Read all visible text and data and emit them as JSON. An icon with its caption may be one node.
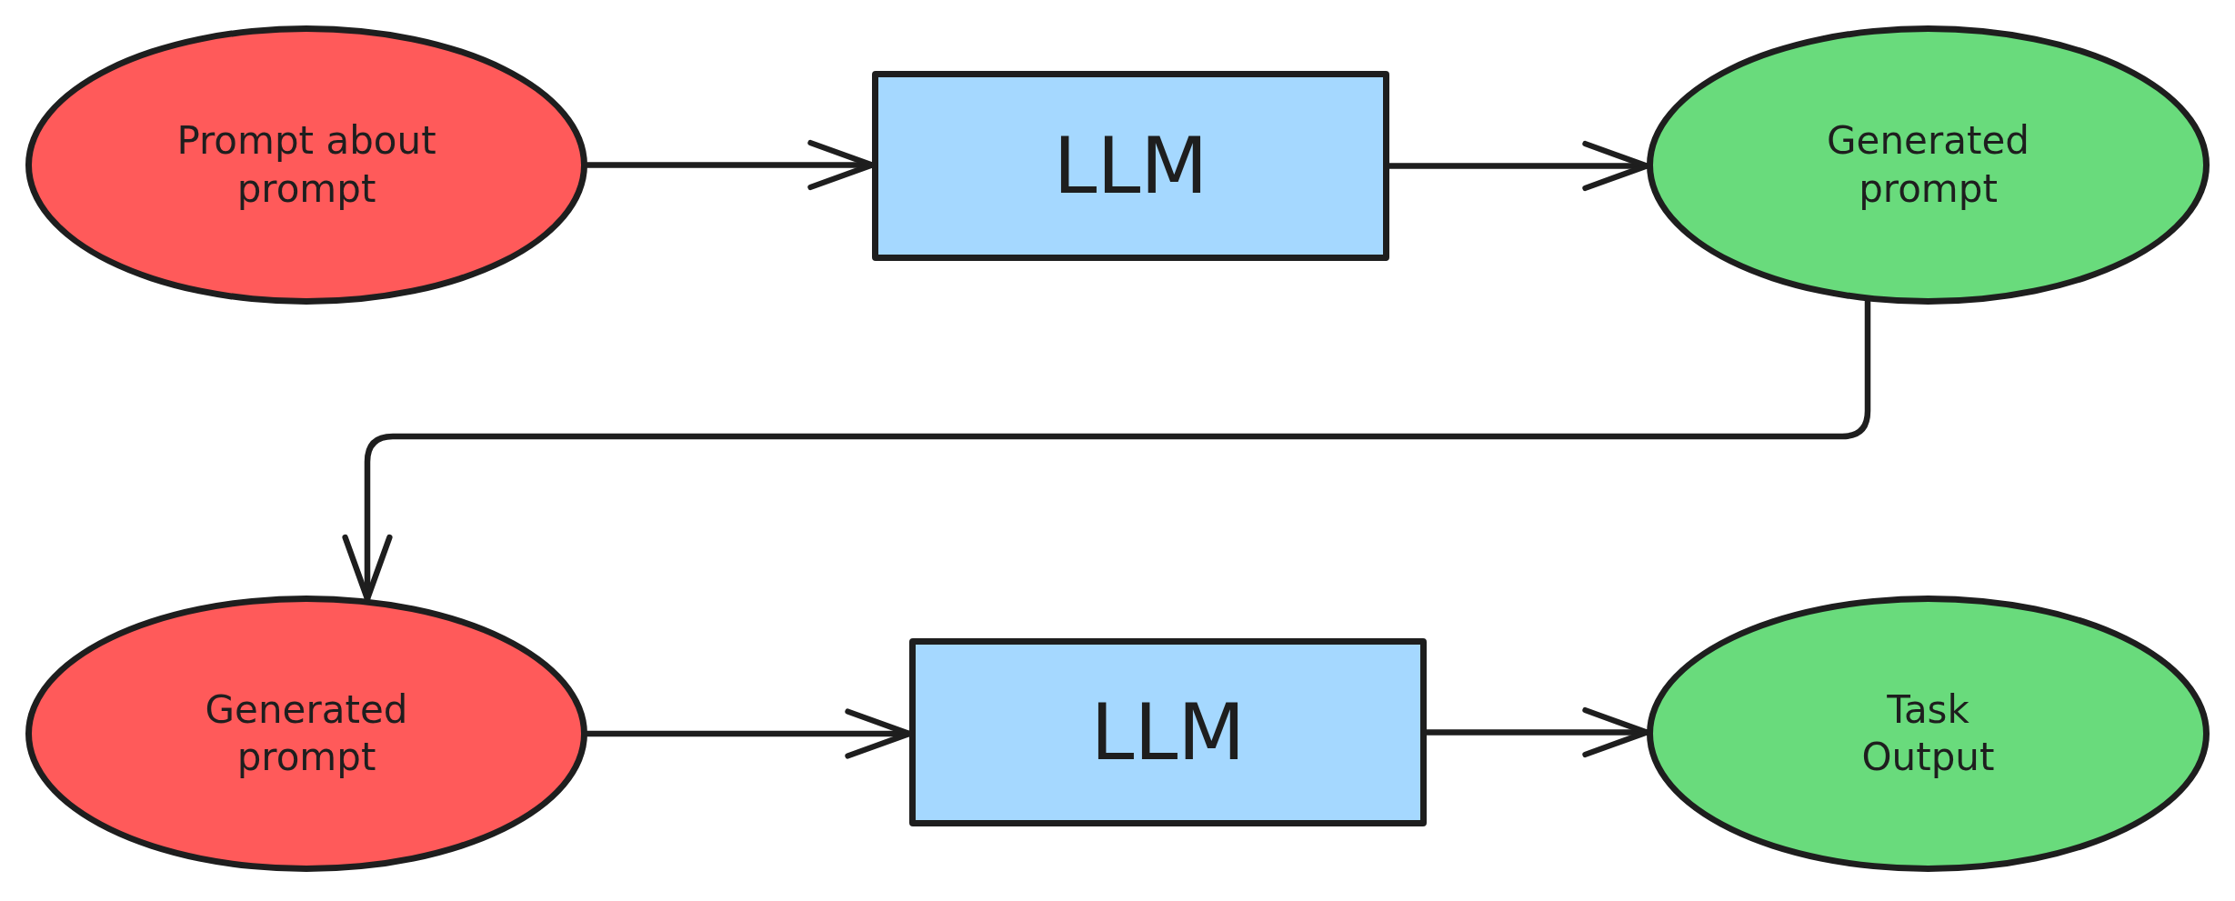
{
  "diagram": {
    "nodes": [
      {
        "text": [
          "Prompt about prompt"
        ]
      },
      {
        "text": [
          "LLM"
        ]
      },
      {
        "text": [
          "Generated prompt"
        ]
      },
      {
        "text": [
          "Generated prompt"
        ]
      },
      {
        "text": [
          "LLM"
        ]
      },
      {
        "text": [
          "Task Output"
        ]
      }
    ],
    "edges": [
      {
        "from": 0,
        "to": 1,
        "arrow": "to"
      },
      {
        "from": 1,
        "to": 2,
        "arrow": "to"
      },
      {
        "from": 2,
        "to": 3,
        "arrow": "to"
      },
      {
        "from": 3,
        "to": 4,
        "arrow": "to"
      },
      {
        "from": 4,
        "to": 5,
        "arrow": "to"
      }
    ]
  }
}
